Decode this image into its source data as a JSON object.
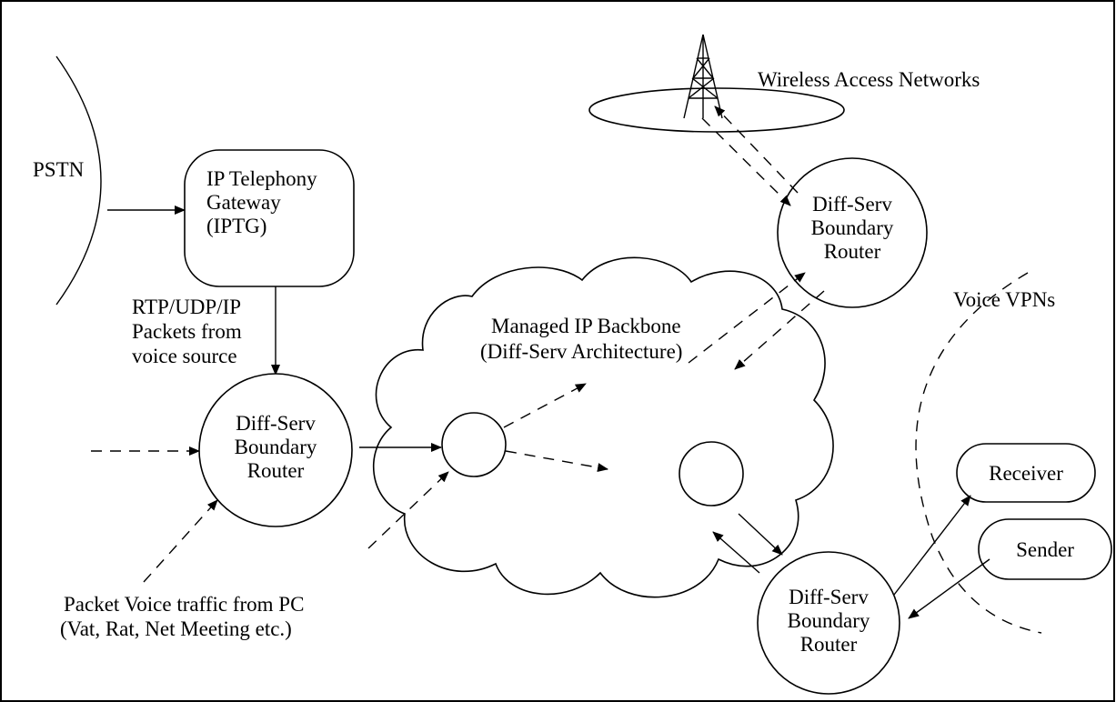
{
  "labels": {
    "pstn": "PSTN",
    "iptg": [
      "IP Telephony",
      "Gateway",
      "(IPTG)"
    ],
    "wireless": "Wireless Access Networks",
    "router_top": [
      "Diff-Serv",
      "Boundary",
      "Router"
    ],
    "router_left": [
      "Diff-Serv",
      "Boundary",
      "Router"
    ],
    "router_bottom": [
      "Diff-Serv",
      "Boundary",
      "Router"
    ],
    "rtp": [
      "RTP/UDP/IP",
      "Packets from",
      "voice source"
    ],
    "backbone": [
      "Managed IP Backbone",
      "(Diff-Serv Architecture)"
    ],
    "vpn": "Voice VPNs",
    "receiver": "Receiver",
    "sender": "Sender",
    "pc_traffic": [
      "Packet Voice traffic from PC",
      "(Vat, Rat, Net Meeting etc.)"
    ]
  },
  "colors": {
    "stroke": "#000000",
    "background": "#ffffff"
  }
}
